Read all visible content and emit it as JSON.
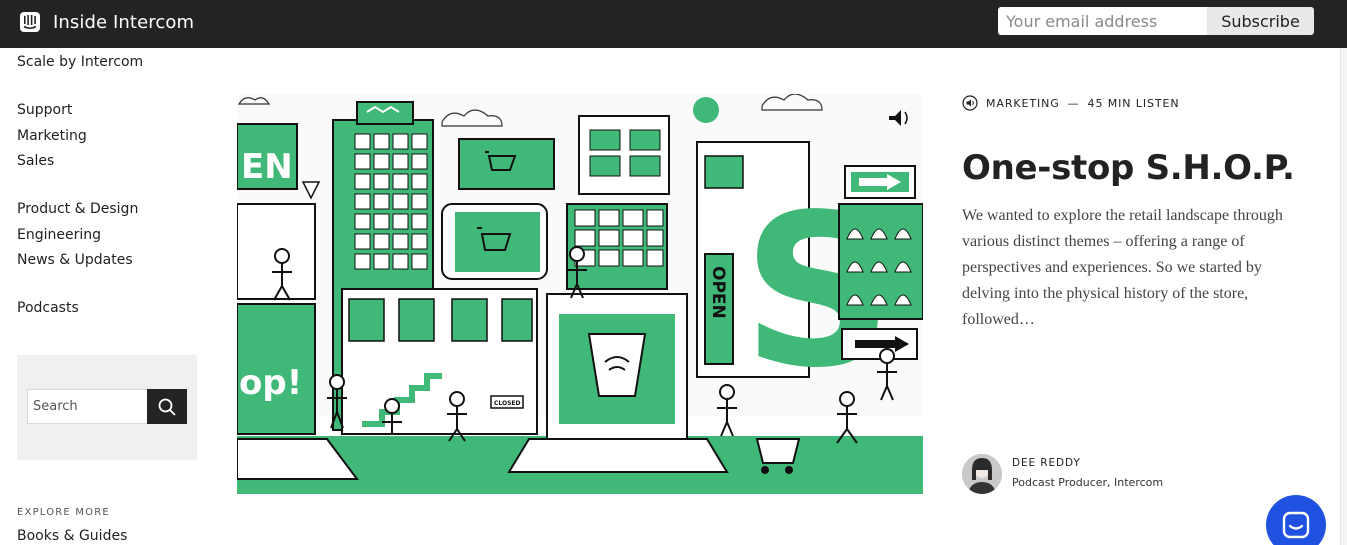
{
  "header": {
    "brand": "Inside Intercom",
    "email_placeholder": "Your email address",
    "subscribe_label": "Subscribe"
  },
  "sidebar": {
    "top_link": "Scale by Intercom",
    "groups": [
      [
        "Support",
        "Marketing",
        "Sales"
      ],
      [
        "Product & Design",
        "Engineering",
        "News & Updates"
      ],
      [
        "Podcasts"
      ]
    ],
    "search_placeholder": "Search",
    "explore_label": "EXPLORE MORE",
    "explore_links": [
      "Books & Guides"
    ]
  },
  "article": {
    "category": "MARKETING",
    "separator": "—",
    "duration": "45 MIN LISTEN",
    "title": "One-stop S.H.O.P.",
    "excerpt": "We wanted to explore the retail landscape through various distinct themes – offering a range of perspectives and experiences. So we started by delving into the physical history of the store, followed…",
    "author_name": "DEE REDDY",
    "author_role": "Podcast Producer, Intercom",
    "hero_signs": {
      "open_top": "EN",
      "open_side": "OPEN",
      "big_letter": "S",
      "shop_sign": "op!",
      "closed": "CLOSED"
    }
  },
  "colors": {
    "topbar": "#232323",
    "accent_green": "#3fb878",
    "launcher": "#1f52e0"
  },
  "icons": {
    "brand": "intercom-logo-icon",
    "search": "search-icon",
    "meta": "speaker-icon",
    "launcher": "messenger-icon"
  }
}
